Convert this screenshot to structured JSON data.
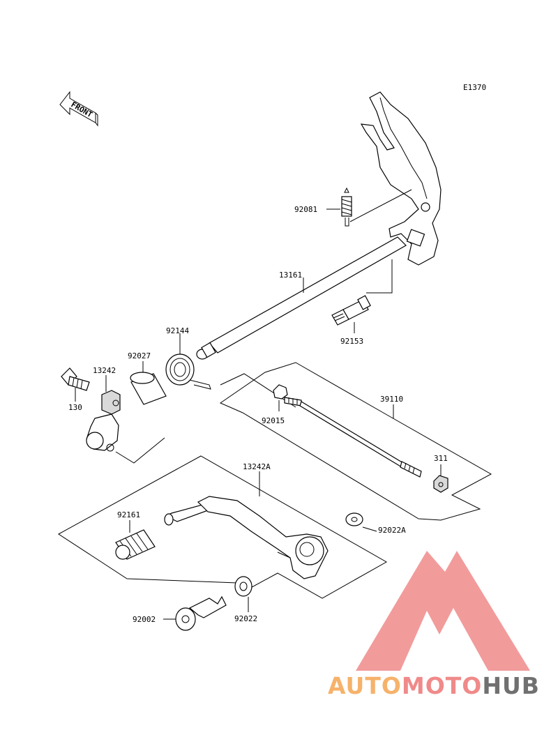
{
  "diagram_code": "E1370",
  "front_label": "FRONT",
  "parts": [
    {
      "id": "92081"
    },
    {
      "id": "13161"
    },
    {
      "id": "92153"
    },
    {
      "id": "92144"
    },
    {
      "id": "92027"
    },
    {
      "id": "13242"
    },
    {
      "id": "130"
    },
    {
      "id": "92015"
    },
    {
      "id": "39110"
    },
    {
      "id": "311"
    },
    {
      "id": "13242A"
    },
    {
      "id": "92161"
    },
    {
      "id": "92022A"
    },
    {
      "id": "92022"
    },
    {
      "id": "92002"
    }
  ],
  "watermark": {
    "part1": "AUTO",
    "part2": "MOTO",
    "part3": "HUB",
    "color1": "#f6b26b",
    "color2": "#f08a8a",
    "color3": "#707070",
    "logo_color": "#f08a8a"
  }
}
